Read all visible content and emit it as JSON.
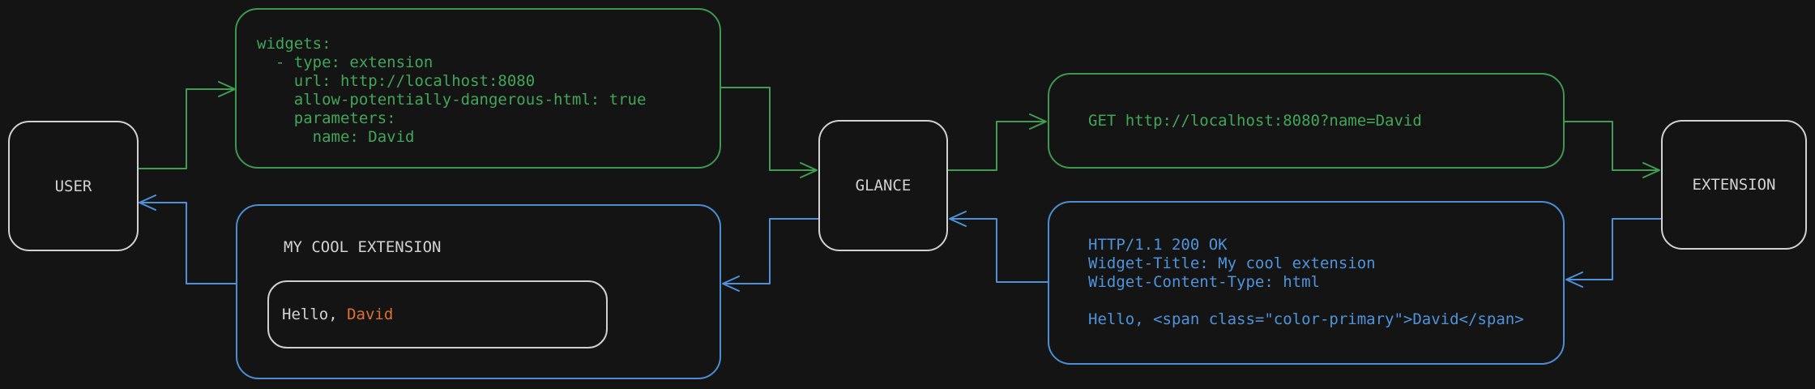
{
  "colors": {
    "background": "#141414",
    "green": "#3d9850",
    "blue": "#4a8fd4",
    "node_gray": "#d2d2d2",
    "orange_primary": "#dd7033"
  },
  "nodes": {
    "user": {
      "label": "USER"
    },
    "glance": {
      "label": "GLANCE"
    },
    "extension": {
      "label": "EXTENSION"
    }
  },
  "config_box": {
    "lines": [
      "widgets:",
      "  - type: extension",
      "    url: http://localhost:8080",
      "    allow-potentially-dangerous-html: true",
      "    parameters:",
      "      name: David"
    ]
  },
  "request_box": {
    "text": "GET http://localhost:8080?name=David"
  },
  "response_box": {
    "lines": [
      "HTTP/1.1 200 OK",
      "Widget-Title: My cool extension",
      "Widget-Content-Type: html",
      "",
      "Hello, <span class=\"color-primary\">David</span>"
    ]
  },
  "widget_preview": {
    "title": "MY COOL EXTENSION",
    "greeting_prefix": "Hello, ",
    "greeting_name": "David"
  }
}
